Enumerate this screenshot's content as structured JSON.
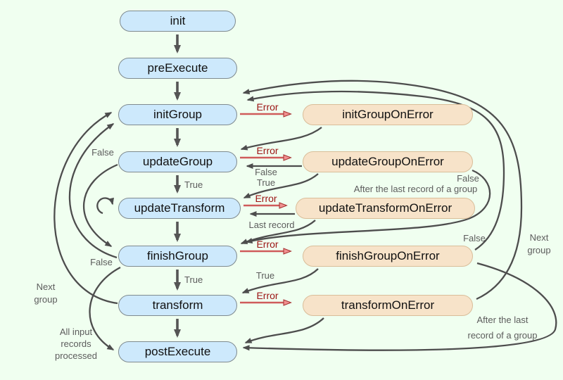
{
  "diagram": {
    "title": "Rollup transform lifecycle flowchart",
    "colors": {
      "background": "#f0fff0",
      "lifecycle_node_fill": "#cde9fc",
      "lifecycle_node_border": "#7f8a8f",
      "error_node_fill": "#f7e3c9",
      "error_node_border": "#d9bd99",
      "arrow_gray": "#4d4d4d",
      "arrow_red": "#cf5b5b",
      "error_label_color": "#9b1313",
      "edge_label_color": "#5c5c5c"
    },
    "nodes": {
      "init": "init",
      "preExecute": "preExecute",
      "initGroup": "initGroup",
      "updateGroup": "updateGroup",
      "updateTransform": "updateTransform",
      "finishGroup": "finishGroup",
      "transform": "transform",
      "postExecute": "postExecute",
      "initGroupOnError": "initGroupOnError",
      "updateGroupOnError": "updateGroupOnError",
      "updateTransformOnError": "updateTransformOnError",
      "finishGroupOnError": "finishGroupOnError",
      "transformOnError": "transformOnError"
    },
    "edge_labels": {
      "error": "Error",
      "true": "True",
      "false": "False",
      "last_record": "Last record",
      "after_last_record_inline": "After the last record of a group",
      "after_last_record_line1": "After the last",
      "after_last_record_line2": "record of a group",
      "next_group_line1": "Next",
      "next_group_line2": "group",
      "all_input_line1": "All input",
      "all_input_line2": "records",
      "all_input_line3": "processed"
    },
    "edges": [
      {
        "from": "init",
        "to": "preExecute",
        "label": ""
      },
      {
        "from": "preExecute",
        "to": "initGroup",
        "label": ""
      },
      {
        "from": "initGroup",
        "to": "updateGroup",
        "label": ""
      },
      {
        "from": "updateGroup",
        "to": "updateTransform",
        "label": "True"
      },
      {
        "from": "updateTransform",
        "to": "updateTransform",
        "label": "loop"
      },
      {
        "from": "updateTransform",
        "to": "finishGroup",
        "label": ""
      },
      {
        "from": "finishGroup",
        "to": "transform",
        "label": "True"
      },
      {
        "from": "transform",
        "to": "postExecute",
        "label": ""
      },
      {
        "from": "initGroup",
        "to": "initGroupOnError",
        "label": "Error"
      },
      {
        "from": "initGroupOnError",
        "to": "updateGroup",
        "label": ""
      },
      {
        "from": "updateGroup",
        "to": "updateGroupOnError",
        "label": "Error"
      },
      {
        "from": "updateGroupOnError",
        "to": "updateGroup",
        "label": "False"
      },
      {
        "from": "updateGroupOnError",
        "to": "updateTransform",
        "label": "True"
      },
      {
        "from": "updateGroupOnError",
        "to": "finishGroup",
        "label": "False / After the last record of a group"
      },
      {
        "from": "updateTransform",
        "to": "updateTransformOnError",
        "label": "Error"
      },
      {
        "from": "updateTransformOnError",
        "to": "updateTransform",
        "label": ""
      },
      {
        "from": "updateTransformOnError",
        "to": "finishGroup",
        "label": "Last record"
      },
      {
        "from": "updateGroup",
        "to": "finishGroup",
        "label": "False"
      },
      {
        "from": "finishGroup",
        "to": "finishGroupOnError",
        "label": "Error"
      },
      {
        "from": "finishGroupOnError",
        "to": "transform",
        "label": "True"
      },
      {
        "from": "finishGroupOnError",
        "to": "initGroup",
        "label": "False"
      },
      {
        "from": "finishGroup",
        "to": "initGroup",
        "label": "False"
      },
      {
        "from": "transform",
        "to": "transformOnError",
        "label": "Error"
      },
      {
        "from": "transformOnError",
        "to": "postExecute",
        "label": ""
      },
      {
        "from": "transform",
        "to": "initGroup",
        "label": "Next group"
      },
      {
        "from": "transformOnError",
        "to": "initGroup",
        "label": "Next group"
      },
      {
        "from": "finishGroup",
        "to": "postExecute",
        "label": "All input records processed"
      },
      {
        "from": "finishGroupOnError",
        "to": "postExecute",
        "label": "After the last record of a group"
      }
    ]
  }
}
